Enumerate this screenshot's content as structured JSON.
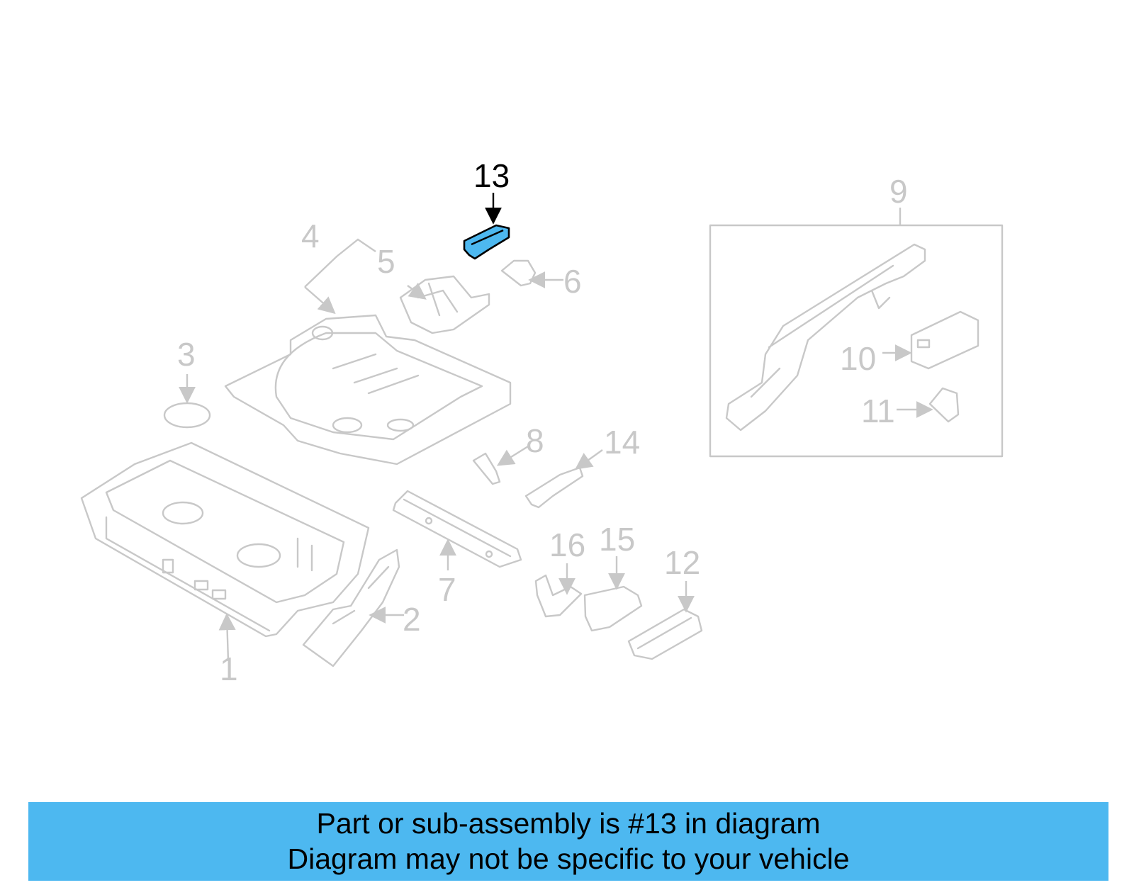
{
  "diagram": {
    "highlight_color": "#4db8f0",
    "line_color": "#c8c8c8",
    "callouts": [
      {
        "id": "1",
        "label": "1"
      },
      {
        "id": "2",
        "label": "2"
      },
      {
        "id": "3",
        "label": "3"
      },
      {
        "id": "4",
        "label": "4"
      },
      {
        "id": "5",
        "label": "5"
      },
      {
        "id": "6",
        "label": "6"
      },
      {
        "id": "7",
        "label": "7"
      },
      {
        "id": "8",
        "label": "8"
      },
      {
        "id": "9",
        "label": "9"
      },
      {
        "id": "10",
        "label": "10"
      },
      {
        "id": "11",
        "label": "11"
      },
      {
        "id": "12",
        "label": "12"
      },
      {
        "id": "13",
        "label": "13",
        "highlighted": true
      },
      {
        "id": "14",
        "label": "14"
      },
      {
        "id": "15",
        "label": "15"
      },
      {
        "id": "16",
        "label": "16"
      }
    ]
  },
  "footer": {
    "line1": "Part or sub-assembly is #13 in diagram",
    "line2": "Diagram may not be specific to your vehicle"
  }
}
